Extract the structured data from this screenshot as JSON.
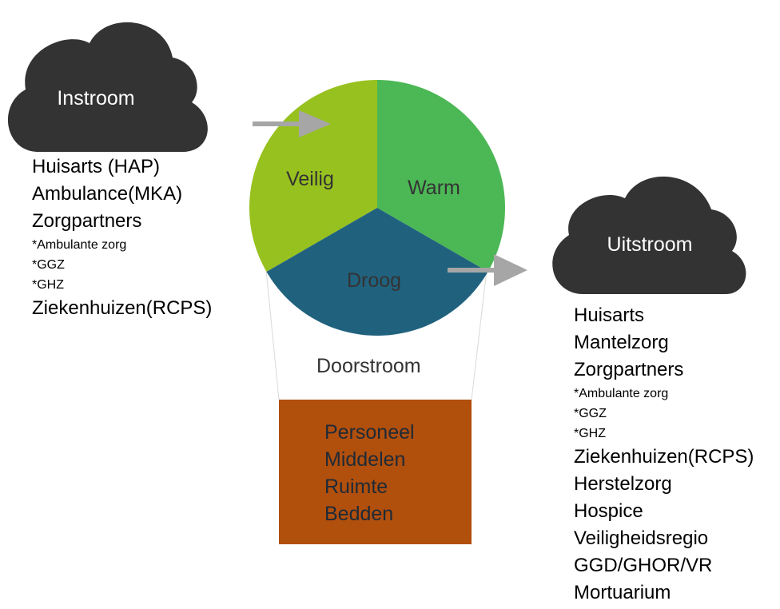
{
  "instroom": {
    "title": "Instroom",
    "items": [
      {
        "text": "Huisarts (HAP)",
        "size": "big"
      },
      {
        "text": "Ambulance(MKA)",
        "size": "big"
      },
      {
        "text": "Zorgpartners",
        "size": "big"
      },
      {
        "text": "*Ambulante zorg",
        "size": "small"
      },
      {
        "text": "*GGZ",
        "size": "small"
      },
      {
        "text": "*GHZ",
        "size": "small"
      },
      {
        "text": "Ziekenhuizen(RCPS)",
        "size": "big"
      }
    ]
  },
  "circle": {
    "segments": [
      {
        "label": "Veilig",
        "color": "#97c11f"
      },
      {
        "label": "Warm",
        "color": "#4cb755"
      },
      {
        "label": "Droog",
        "color": "#20627e"
      }
    ]
  },
  "doorstroom": {
    "label": "Doorstroom",
    "resources": [
      "Personeel",
      "Middelen",
      "Ruimte",
      "Bedden"
    ],
    "box_color": "#b14f0d"
  },
  "uitstroom": {
    "title": "Uitstroom",
    "items": [
      {
        "text": "Huisarts",
        "size": "big"
      },
      {
        "text": "Mantelzorg",
        "size": "big"
      },
      {
        "text": "Zorgpartners",
        "size": "big"
      },
      {
        "text": "*Ambulante zorg",
        "size": "small"
      },
      {
        "text": "*GGZ",
        "size": "small"
      },
      {
        "text": "*GHZ",
        "size": "small"
      },
      {
        "text": "Ziekenhuizen(RCPS)",
        "size": "big"
      },
      {
        "text": "Herstelzorg",
        "size": "big"
      },
      {
        "text": "Hospice",
        "size": "big"
      },
      {
        "text": "Veiligheidsregio",
        "size": "big"
      },
      {
        "text": "GGD/GHOR/VR",
        "size": "big"
      },
      {
        "text": "Mortuarium",
        "size": "big"
      }
    ]
  },
  "colors": {
    "cloud": "#333333",
    "arrow": "#a6a6a6",
    "connector": "#d9d9d9"
  }
}
